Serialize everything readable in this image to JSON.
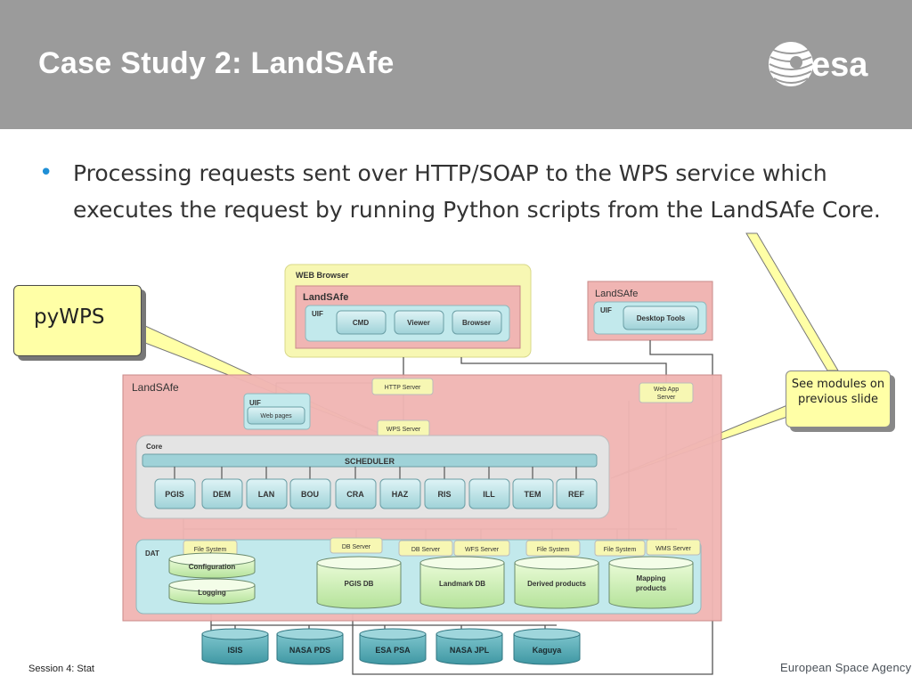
{
  "slide": {
    "title": "Case Study 2: LandSAfe",
    "logo_text": "esa",
    "bullet": "Processing requests sent over HTTP/SOAP to the WPS service which executes the request by running Python scripts from the LandSAfe Core.",
    "footer_left": "Session 4: Stat",
    "footer_right": "European Space Agency"
  },
  "callouts": {
    "pywps": "pyWPS",
    "modules": "See modules on previous slide"
  },
  "diagram": {
    "web_browser": {
      "title": "WEB Browser",
      "app": "LandSAfe",
      "uif": "UIF",
      "buttons": [
        "CMD",
        "Viewer",
        "Browser"
      ]
    },
    "desktop": {
      "title": "LandSAfe",
      "uif": "UIF",
      "button": "Desktop Tools"
    },
    "main": {
      "title": "LandSAfe",
      "http_server": "HTTP Server",
      "web_app_server": "Web App Server",
      "uif": "UIF",
      "web_pages": "Web pages",
      "wps_server": "WPS Server",
      "core": "Core",
      "scheduler": "SCHEDULER",
      "modules": [
        "PGIS",
        "DEM",
        "LAN",
        "BOU",
        "CRA",
        "HAZ",
        "RIS",
        "ILL",
        "TEM",
        "REF"
      ],
      "dat": "DAT",
      "servers": [
        "File System",
        "DB Server",
        "DB Server",
        "WFS Server",
        "File System",
        "File System",
        "WMS Server"
      ],
      "stores": [
        "Configuration",
        "Logging",
        "PGIS DB",
        "Landmark DB",
        "Derived products",
        "Mapping products"
      ]
    },
    "external_dbs": [
      "ISIS",
      "NASA PDS",
      "ESA PSA",
      "NASA JPL",
      "Kaguya"
    ]
  },
  "colors": {
    "header": "#9b9b9b",
    "pink_panel": "#f0b5b3",
    "yellow_panel": "#f7f7b3",
    "cyan_panel": "#c2e9ec",
    "callout": "#ffffa6",
    "bullet": "#1f8fd6"
  }
}
